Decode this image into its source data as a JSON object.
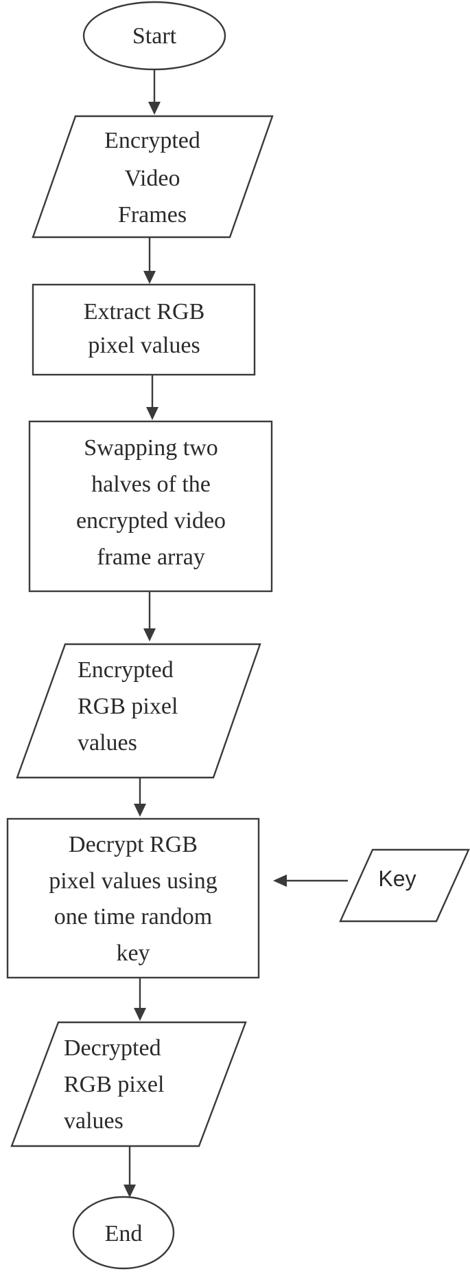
{
  "diagram": {
    "type": "flowchart",
    "nodes": {
      "start": "Start",
      "encrypted_video_frames": [
        "Encrypted",
        "Video",
        "Frames"
      ],
      "extract_rgb": [
        "Extract RGB",
        "pixel values"
      ],
      "swap_halves": [
        "Swapping two",
        "halves of the",
        "encrypted video",
        "frame array"
      ],
      "encrypted_rgb": [
        "Encrypted",
        "RGB pixel",
        "values"
      ],
      "decrypt_rgb": [
        "Decrypt RGB",
        "pixel values using",
        "one time random",
        "key"
      ],
      "key": "Key",
      "decrypted_rgb": [
        "Decrypted",
        "RGB pixel",
        "values"
      ],
      "end": "End"
    },
    "edges": [
      [
        "start",
        "encrypted_video_frames"
      ],
      [
        "encrypted_video_frames",
        "extract_rgb"
      ],
      [
        "extract_rgb",
        "swap_halves"
      ],
      [
        "swap_halves",
        "encrypted_rgb"
      ],
      [
        "encrypted_rgb",
        "decrypt_rgb"
      ],
      [
        "key",
        "decrypt_rgb"
      ],
      [
        "decrypt_rgb",
        "decrypted_rgb"
      ],
      [
        "decrypted_rgb",
        "end"
      ]
    ]
  }
}
